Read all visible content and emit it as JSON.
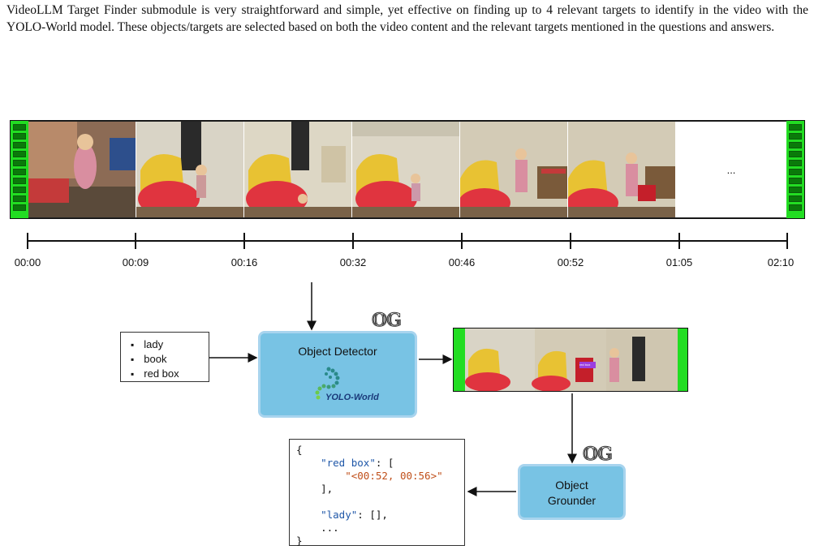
{
  "intro_text": "VideoLLM Target Finder submodule is very straightforward and simple, yet effective on finding up to 4 relevant targets to identify in the video with the YOLO-World model. These objects/targets are selected based on both the video content and the relevant targets mentioned in the questions and answers.",
  "film_ellipsis": "...",
  "timestamps": [
    "00:00",
    "00:09",
    "00:16",
    "00:32",
    "00:46",
    "00:52",
    "01:05",
    "02:10"
  ],
  "targets": [
    "lady",
    "book",
    "red box"
  ],
  "detector": {
    "title": "Object Detector",
    "logo_text": "YOLO-World",
    "badge": "𝕆𝔾"
  },
  "grounder": {
    "line1": "Object",
    "line2": "Grounder",
    "badge": "𝕆𝔾"
  },
  "mini_film_label": "red box",
  "json_output": {
    "open": "{",
    "key1": "\"red box\"",
    "after_key1": ": [",
    "interval": "\"<00:52, 00:56>\"",
    "close_arr": "],",
    "key2": "\"lady\"",
    "after_key2": ": [],",
    "ellipsis": "...",
    "close": "}"
  },
  "colors": {
    "box_fill": "#78c3e4",
    "box_border": "#a8d4ee",
    "sprocket": "#22dd22",
    "json_key": "#1f57a8",
    "json_string": "#c0501b"
  }
}
